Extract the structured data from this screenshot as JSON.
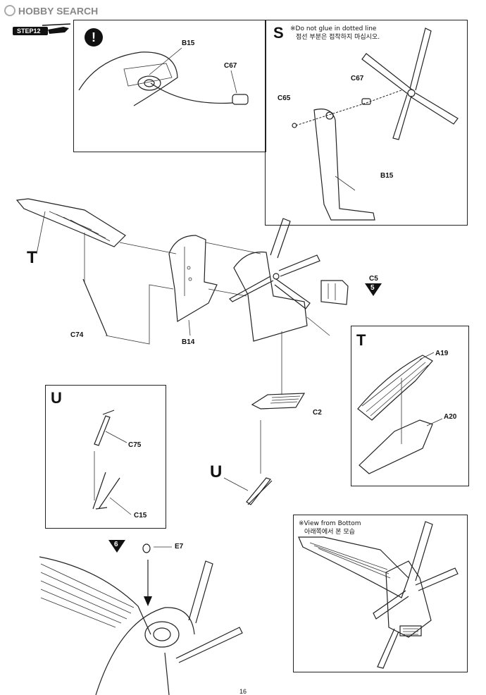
{
  "watermark": {
    "brand": "HOBBY SEARCH"
  },
  "step": {
    "label": "STEP12"
  },
  "inset_warning": {
    "symbol": "!",
    "part_b15": "B15",
    "part_c67": "C67"
  },
  "inset_s": {
    "letter": "S",
    "note_en": "※Do not glue in dotted line",
    "note_ko": "점선 부분은 접착하지 마십시오.",
    "part_c67": "C67",
    "part_c65": "C65",
    "part_b15": "B15"
  },
  "main": {
    "t_marker": "T",
    "part_c74": "C74",
    "part_b14": "B14",
    "part_c5": "C5",
    "callout_5": "5",
    "part_c2": "C2",
    "u_marker": "U"
  },
  "inset_t": {
    "letter": "T",
    "part_a19": "A19",
    "part_a20": "A20"
  },
  "inset_u": {
    "letter": "U",
    "part_c75": "C75",
    "part_c15": "C15"
  },
  "bottom_left": {
    "callout_6": "6",
    "part_e7": "E7"
  },
  "inset_bottom": {
    "note_en": "※View from Bottom",
    "note_ko": "아래쪽에서 본 모습"
  },
  "footer": {
    "page_number": "16"
  }
}
